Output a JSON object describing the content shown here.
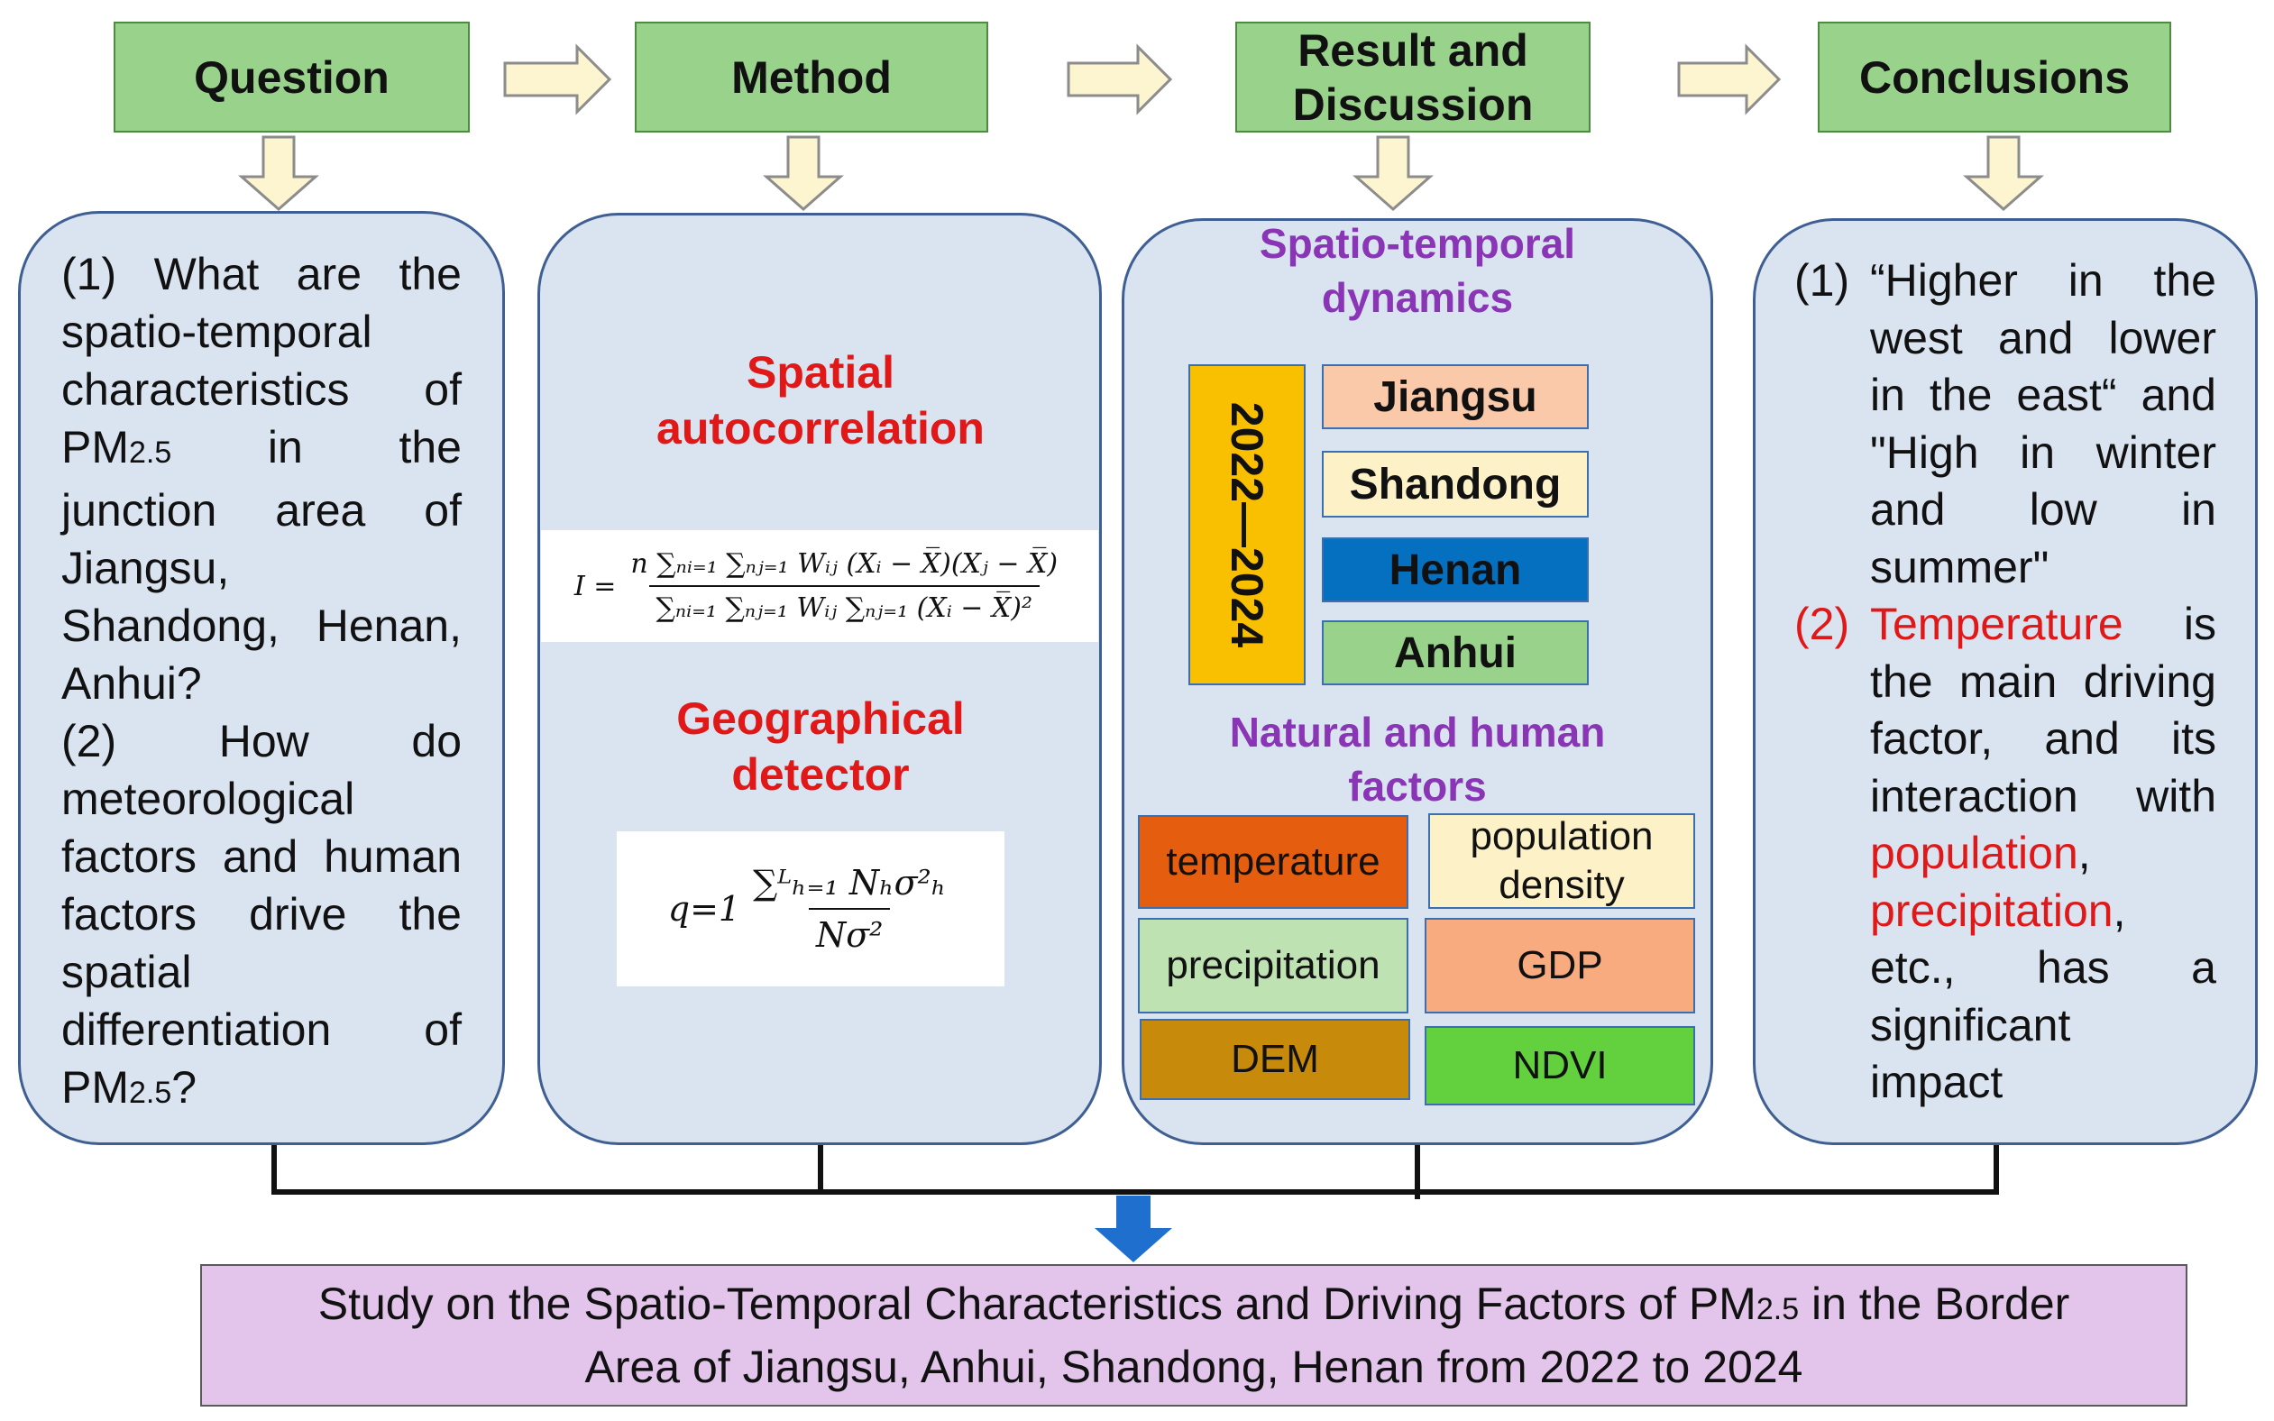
{
  "headers": {
    "question": "Question",
    "method": "Method",
    "result_line1": "Result and",
    "result_line2": "Discussion",
    "conclusions": "Conclusions"
  },
  "question_panel": {
    "q1_l1": "(1) What are the",
    "q1_l2": "spatio-temporal",
    "q1_l3": "characteristics of",
    "q1_l4_pm": "PM",
    "q1_l4_sub": "2.5",
    "q1_l4_rest": " in the",
    "q1_l5": "junction area of",
    "q1_l6": "Jiangsu,",
    "q1_l7": "Shandong, Henan,",
    "q1_l8": "Anhui?",
    "q2_l1": "(2) How do",
    "q2_l2": "meteorological",
    "q2_l3": "factors and human",
    "q2_l4": "factors drive the",
    "q2_l5": "spatial",
    "q2_l6": "differentiation of",
    "q2_l7_pm": "PM",
    "q2_l7_sub": "2.5",
    "q2_l7_rest": "?"
  },
  "method_panel": {
    "title1_l1": "Spatial",
    "title1_l2": "autocorrelation",
    "title2_l1": "Geographical",
    "title2_l2": "detector",
    "moran_lhs": "I =",
    "moran_num": "n ∑ₙᵢ₌₁ ∑ₙⱼ₌₁ Wᵢⱼ (Xᵢ − X̅)(Xⱼ − X̅)",
    "moran_den": "∑ₙᵢ₌₁ ∑ₙⱼ₌₁ Wᵢⱼ ∑ₙⱼ₌₁ (Xᵢ − X̅)²",
    "geo_lhs": "q=1",
    "geo_num": "∑ᴸₕ₌₁ Nₕσ²ₕ",
    "geo_den": "Nσ²"
  },
  "result_panel": {
    "title1_l1": "Spatio-temporal",
    "title1_l2": "dynamics",
    "years": "2022—2024",
    "provinces": [
      "Jiangsu",
      "Shandong",
      "Henan",
      "Anhui"
    ],
    "title2_l1": "Natural and human",
    "title2_l2": "factors",
    "factors": [
      "temperature",
      "population density",
      "precipitation",
      "GDP",
      "DEM",
      "NDVI"
    ],
    "factor_pop_l1": "population",
    "factor_pop_l2": "density"
  },
  "conclusions_panel": {
    "c1_num": "(1)",
    "c1_lines": [
      "“Higher in the",
      "west and lower",
      "in the east“ and",
      "\"High in winter",
      "and low in",
      "summer\""
    ],
    "c2_num": "(2)",
    "c2_l1_red": "Temperature",
    "c2_l1_rest": " is",
    "c2_l2": "the main driving",
    "c2_l3": "factor, and its",
    "c2_l4": "interaction with",
    "c2_l5_red": "population",
    "c2_l5_rest": ",",
    "c2_l6_red": "precipitation",
    "c2_l6_rest": ",",
    "c2_l7": "etc., has a",
    "c2_l8": "significant",
    "c2_l9": "impact"
  },
  "bottom": {
    "l1_a": "Study on the Spatio-Temporal Characteristics and Driving Factors of PM",
    "l1_sub": "2.5",
    "l1_b": " in the Border",
    "l2": "Area of Jiangsu, Anhui, Shandong, Henan from 2022 to 2024"
  },
  "colors": {
    "header_green": "#98d28b",
    "panel_blue": "#dae4f1",
    "arrow_fill": "#fdf5cf",
    "red_text": "#e01818",
    "purple_text": "#8a35b6",
    "years_bar": "#f8c000",
    "jiangsu": "#f9c9aa",
    "shandong": "#fdf1c8",
    "henan": "#0670c0",
    "anhui": "#98d28b",
    "temperature": "#e55e10",
    "population": "#fdf1c8",
    "precipitation": "#bfe2b3",
    "gdp": "#f9ab80",
    "dem": "#c88a0a",
    "ndvi": "#63d13d",
    "bottom_purple": "#e3c5ec",
    "down_arrow_blue": "#1f6fce"
  }
}
